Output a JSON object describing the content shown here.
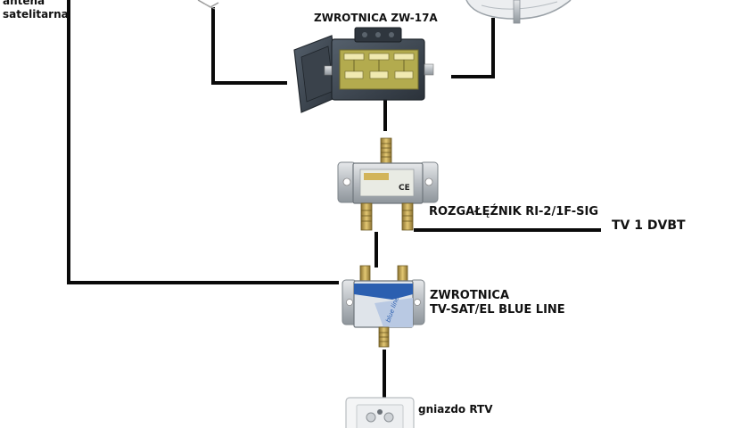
{
  "labels": {
    "antenna_sat_line1": "antena",
    "antenna_sat_line2": "satelitarna",
    "switch_top": "ZWROTNICA ZW-17A",
    "splitter": "ROZGAŁĘŹNIK RI-2/1F-SIG",
    "tv_output": "TV 1  DVBT",
    "diplexer_line1": "ZWROTNICA",
    "diplexer_line2": "TV-SAT/EL BLUE LINE",
    "socket": "gniazdo RTV"
  },
  "device_text": {
    "blue_line_brand": "blue line"
  },
  "colors": {
    "wire": "#0a0a0a",
    "switch_body": "#3d4550",
    "switch_panel": "#b3ab4e",
    "metal": "#c4c8cc",
    "brass": "#c9a84a",
    "blue": "#2b5fb0"
  }
}
